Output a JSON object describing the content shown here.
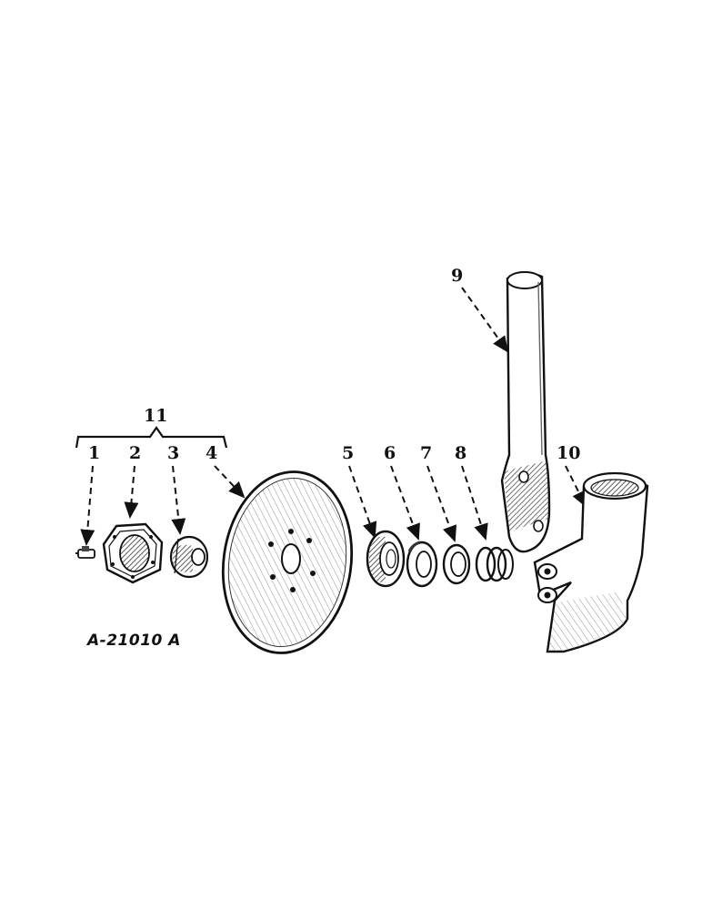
{
  "callouts": {
    "c1": "1",
    "c2": "2",
    "c3": "3",
    "c4": "4",
    "c5": "5",
    "c6": "6",
    "c7": "7",
    "c8": "8",
    "c9": "9",
    "c10": "10",
    "c11": "11"
  },
  "drawing_id": "A-21010 A",
  "colors": {
    "ink": "#111111",
    "shade": "#555555",
    "paper": "#ffffff"
  }
}
